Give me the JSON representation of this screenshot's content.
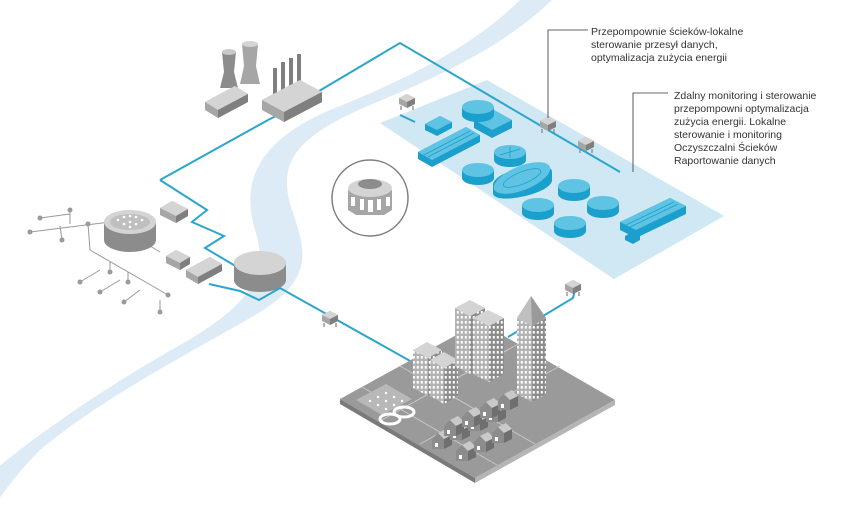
{
  "labels": {
    "pump_stations": {
      "lines": [
        "Przepompownie ścieków-lokalne",
        "sterowanie przesył danych,",
        "optymalizacja zużycia energii"
      ]
    },
    "remote_monitoring": {
      "lines": [
        "Zdalny monitoring i sterowanie",
        "przepompowni optymalizacja",
        "zużycia energii. Lokalne",
        "sterowanie i monitoring",
        "Oczyszczalni Ścieków",
        "Raportowanie danych"
      ]
    }
  },
  "colors": {
    "river": "#dcebf6",
    "pipe": "#2aa6cc",
    "plant_zone": "#cfe8f4",
    "tank_blue": "#1b9fcc",
    "tank_blue_top": "#5fc3e4",
    "gray_dark": "#7f7f7f",
    "gray_mid": "#a6a6a6",
    "gray_light": "#d4d4d4",
    "leader_line": "#333333"
  }
}
